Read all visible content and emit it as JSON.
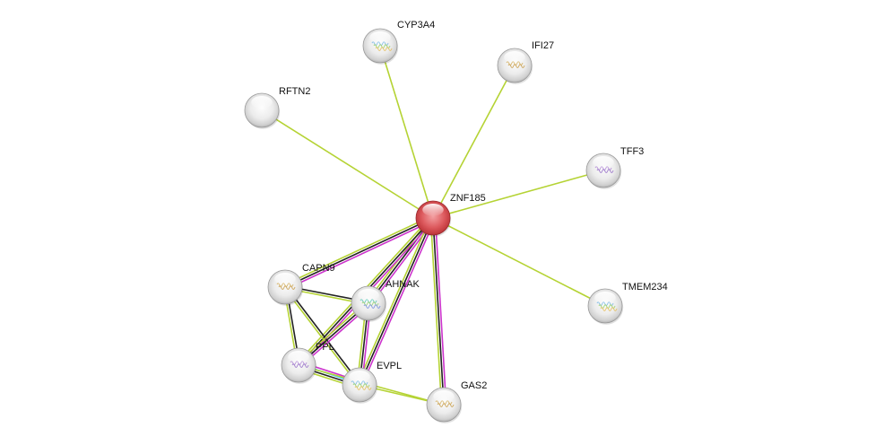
{
  "network": {
    "nodes": [
      {
        "id": "ZNF185",
        "label": "ZNF185",
        "kind": "query",
        "structure": false
      },
      {
        "id": "CYP3A4",
        "label": "CYP3A4",
        "kind": "partner",
        "structure": true
      },
      {
        "id": "IFI27",
        "label": "IFI27",
        "kind": "partner",
        "structure": true
      },
      {
        "id": "RFTN2",
        "label": "RFTN2",
        "kind": "partner",
        "structure": false
      },
      {
        "id": "TFF3",
        "label": "TFF3",
        "kind": "partner",
        "structure": true
      },
      {
        "id": "TMEM234",
        "label": "TMEM234",
        "kind": "partner",
        "structure": true
      },
      {
        "id": "CAPN9",
        "label": "CAPN9",
        "kind": "partner",
        "structure": true
      },
      {
        "id": "AHNAK",
        "label": "AHNAK",
        "kind": "partner",
        "structure": true
      },
      {
        "id": "PPL",
        "label": "PPL",
        "kind": "partner",
        "structure": true
      },
      {
        "id": "EVPL",
        "label": "EVPL",
        "kind": "partner",
        "structure": true
      },
      {
        "id": "GAS2",
        "label": "GAS2",
        "kind": "partner",
        "structure": true
      }
    ],
    "edges": [
      {
        "source": "ZNF185",
        "target": "CYP3A4",
        "colors": [
          "#b5d334"
        ]
      },
      {
        "source": "ZNF185",
        "target": "IFI27",
        "colors": [
          "#b5d334"
        ]
      },
      {
        "source": "ZNF185",
        "target": "RFTN2",
        "colors": [
          "#b5d334"
        ]
      },
      {
        "source": "ZNF185",
        "target": "TFF3",
        "colors": [
          "#b5d334"
        ]
      },
      {
        "source": "ZNF185",
        "target": "TMEM234",
        "colors": [
          "#b5d334"
        ]
      },
      {
        "source": "ZNF185",
        "target": "CAPN9",
        "colors": [
          "#cc33cc",
          "#222222",
          "#b5d334"
        ]
      },
      {
        "source": "ZNF185",
        "target": "AHNAK",
        "colors": [
          "#cc33cc",
          "#222222",
          "#b5d334"
        ]
      },
      {
        "source": "ZNF185",
        "target": "PPL",
        "colors": [
          "#cc33cc",
          "#222222",
          "#b5d334"
        ]
      },
      {
        "source": "ZNF185",
        "target": "EVPL",
        "colors": [
          "#cc33cc",
          "#222222",
          "#b5d334"
        ]
      },
      {
        "source": "ZNF185",
        "target": "GAS2",
        "colors": [
          "#cc33cc",
          "#222222",
          "#b5d334"
        ]
      },
      {
        "source": "CAPN9",
        "target": "AHNAK",
        "colors": [
          "#222222",
          "#b5d334"
        ]
      },
      {
        "source": "CAPN9",
        "target": "PPL",
        "colors": [
          "#222222",
          "#b5d334"
        ]
      },
      {
        "source": "CAPN9",
        "target": "EVPL",
        "colors": [
          "#222222",
          "#b5d334"
        ]
      },
      {
        "source": "AHNAK",
        "target": "PPL",
        "colors": [
          "#cc33cc",
          "#222222",
          "#b5d334"
        ]
      },
      {
        "source": "AHNAK",
        "target": "EVPL",
        "colors": [
          "#cc33cc",
          "#222222",
          "#b5d334"
        ]
      },
      {
        "source": "PPL",
        "target": "EVPL",
        "colors": [
          "#cc33cc",
          "#33ccee",
          "#222222",
          "#b5d334"
        ]
      },
      {
        "source": "PPL",
        "target": "GAS2",
        "colors": [
          "#b5d334"
        ]
      },
      {
        "source": "EVPL",
        "target": "GAS2",
        "colors": [
          "#b5d334"
        ]
      }
    ]
  },
  "colors": {
    "query_node": "#dd4b4f",
    "partner_node": "#e6e6e6",
    "background": "#ffffff"
  }
}
